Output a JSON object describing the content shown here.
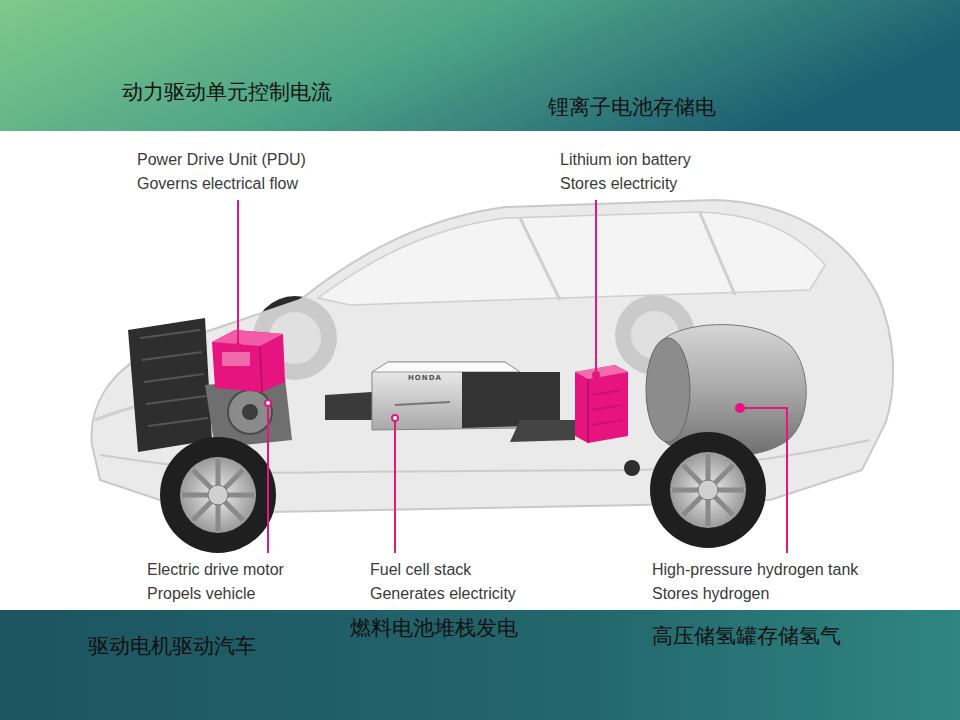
{
  "diagram": {
    "labels": [
      "动力驱动单元控制电流",
      "锂离子电池存储电",
      "Power Drive Unit (PDU)",
      "Governs electrical flow",
      "Lithium ion battery",
      "Stores electricity",
      "HONDA",
      "Electric drive motor",
      "Propels vehicle",
      "Fuel cell stack",
      "Generates electricity",
      "High-pressure hydrogen tank",
      "Stores hydrogen",
      "燃料电池堆栈发电",
      "驱动电机驱动汽车",
      "高压储氢罐存储氢气"
    ]
  }
}
